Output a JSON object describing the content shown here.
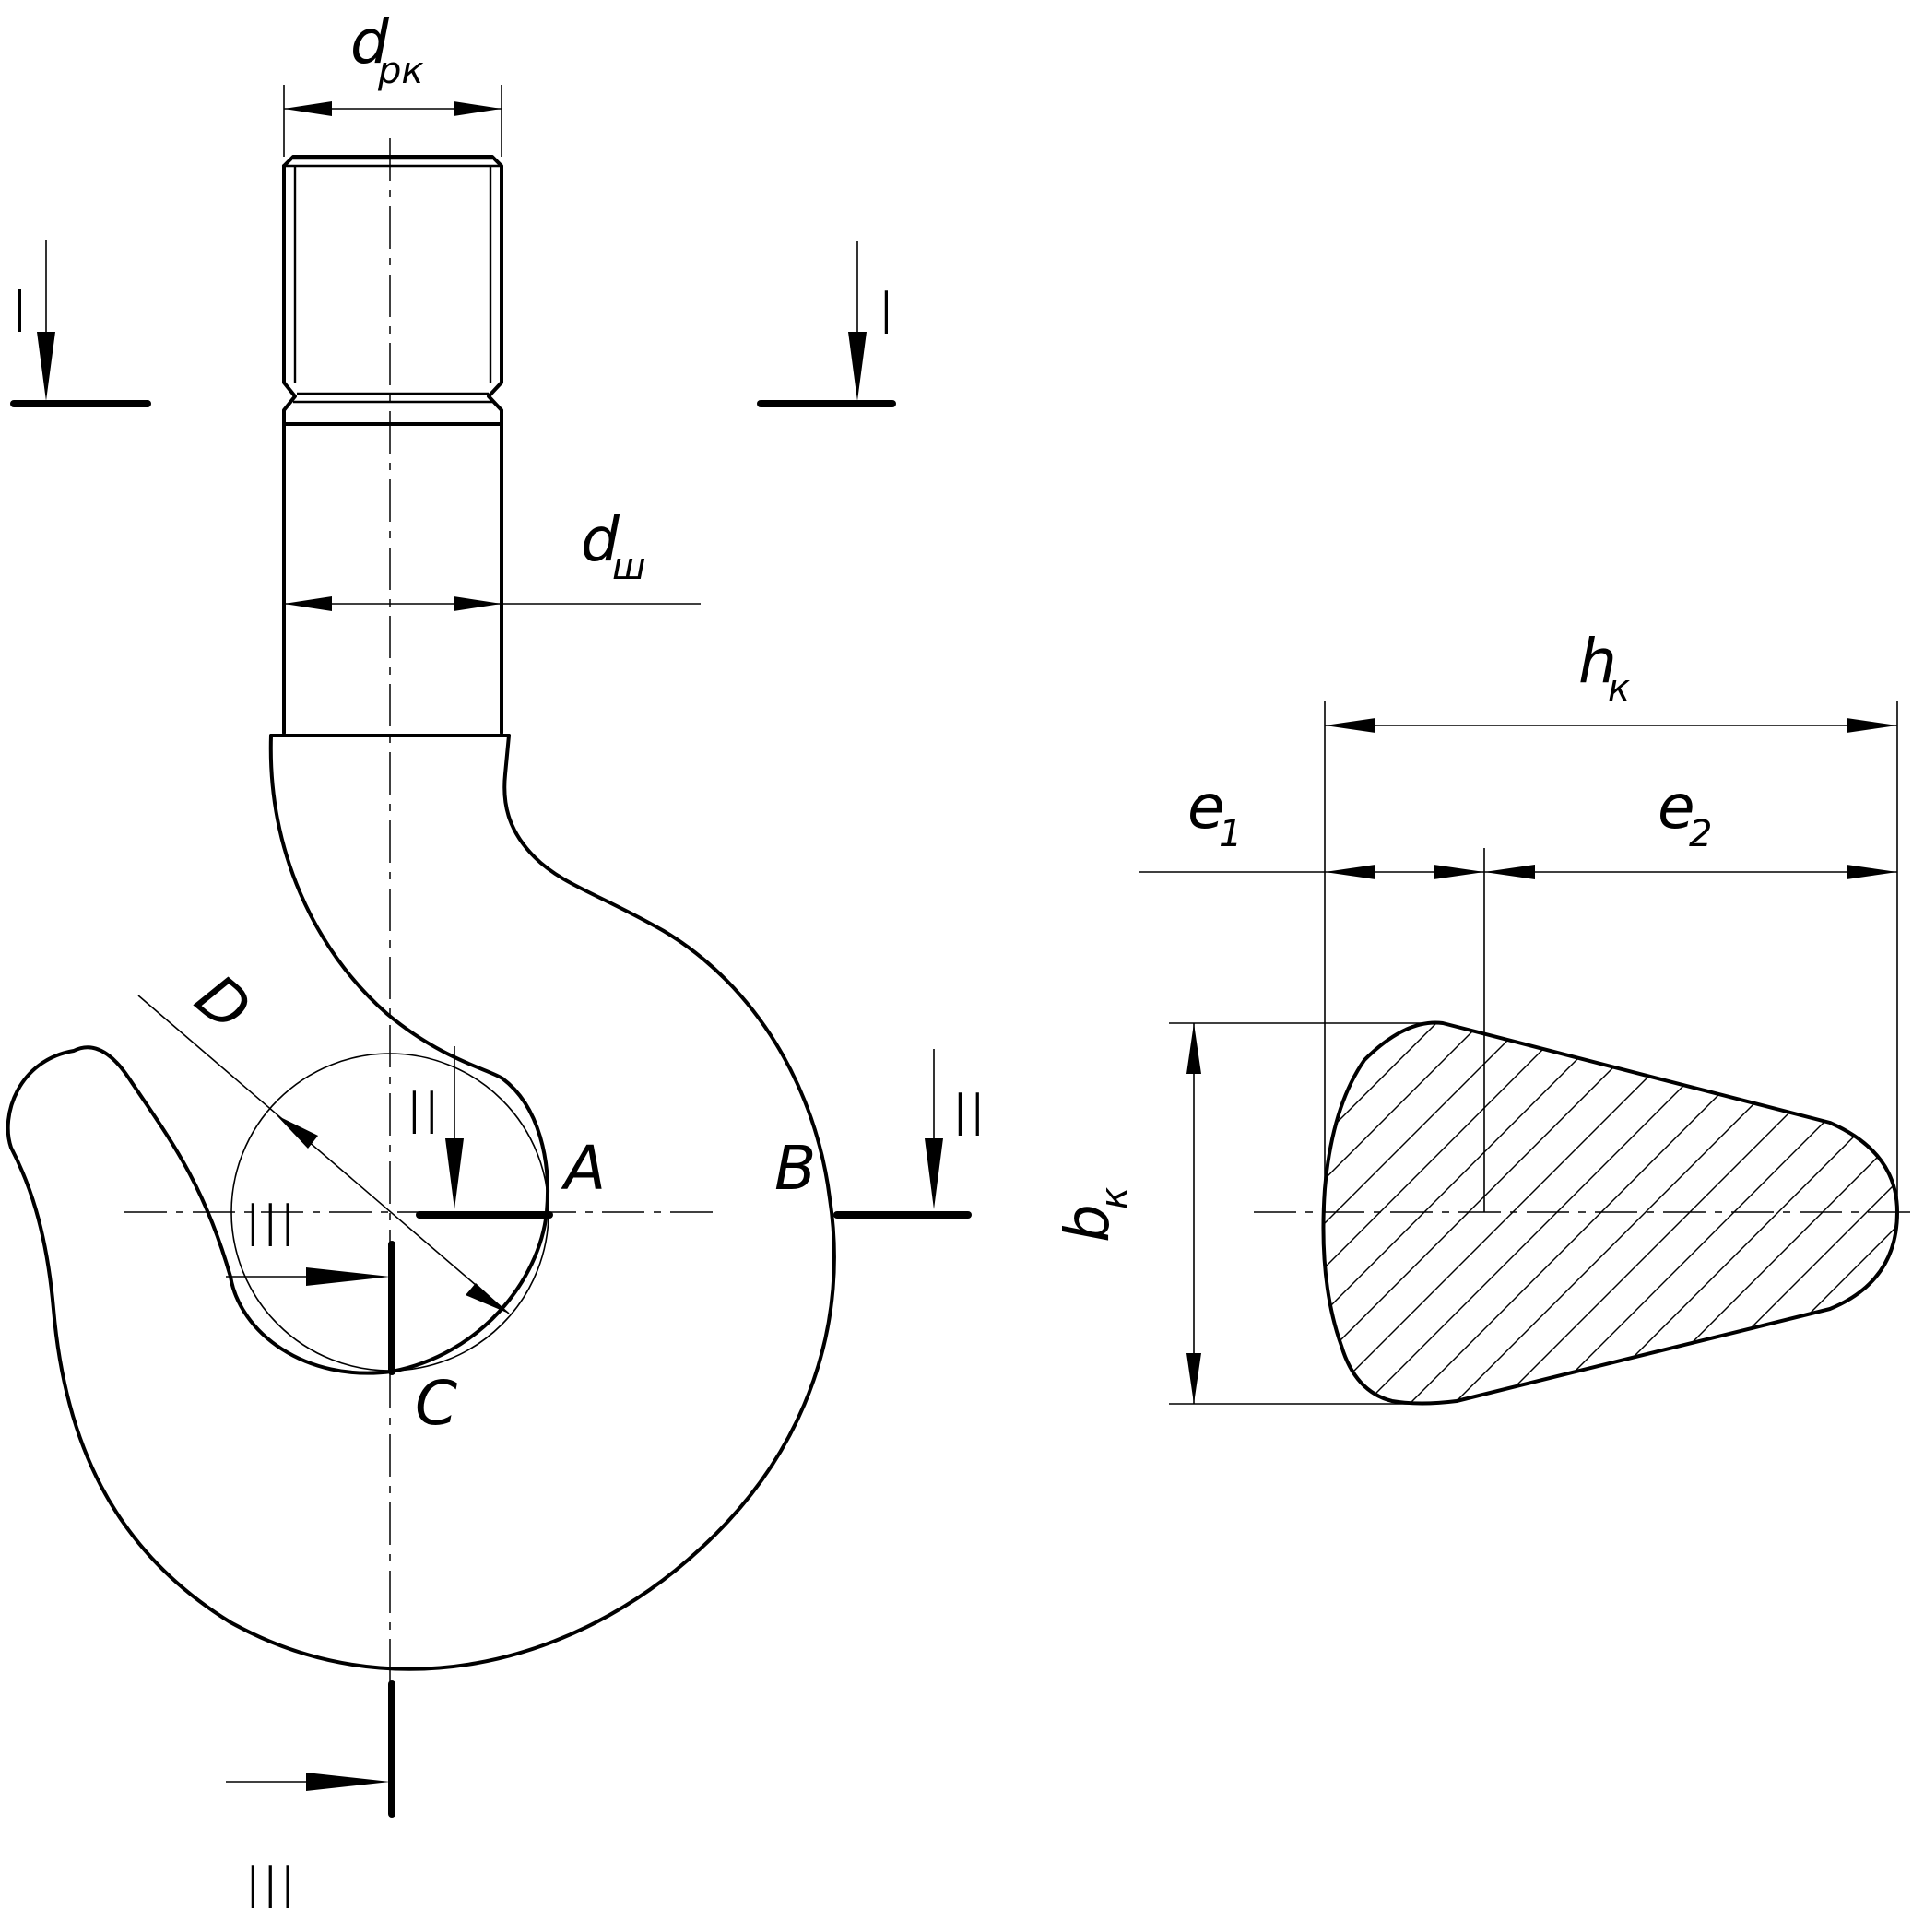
{
  "labels": {
    "d_rk": "d",
    "d_rk_sub": "рк",
    "d_sh": "d",
    "d_sh_sub": "ш",
    "D": "D",
    "A": "A",
    "B": "B",
    "C": "C",
    "h_k": "h",
    "h_k_sub": "к",
    "e1": "e",
    "e1_sub": "1",
    "e2": "e",
    "e2_sub": "2",
    "b_k": "b",
    "b_k_sub": "к"
  },
  "sections": {
    "I": "I",
    "II": "II",
    "III": "III"
  }
}
